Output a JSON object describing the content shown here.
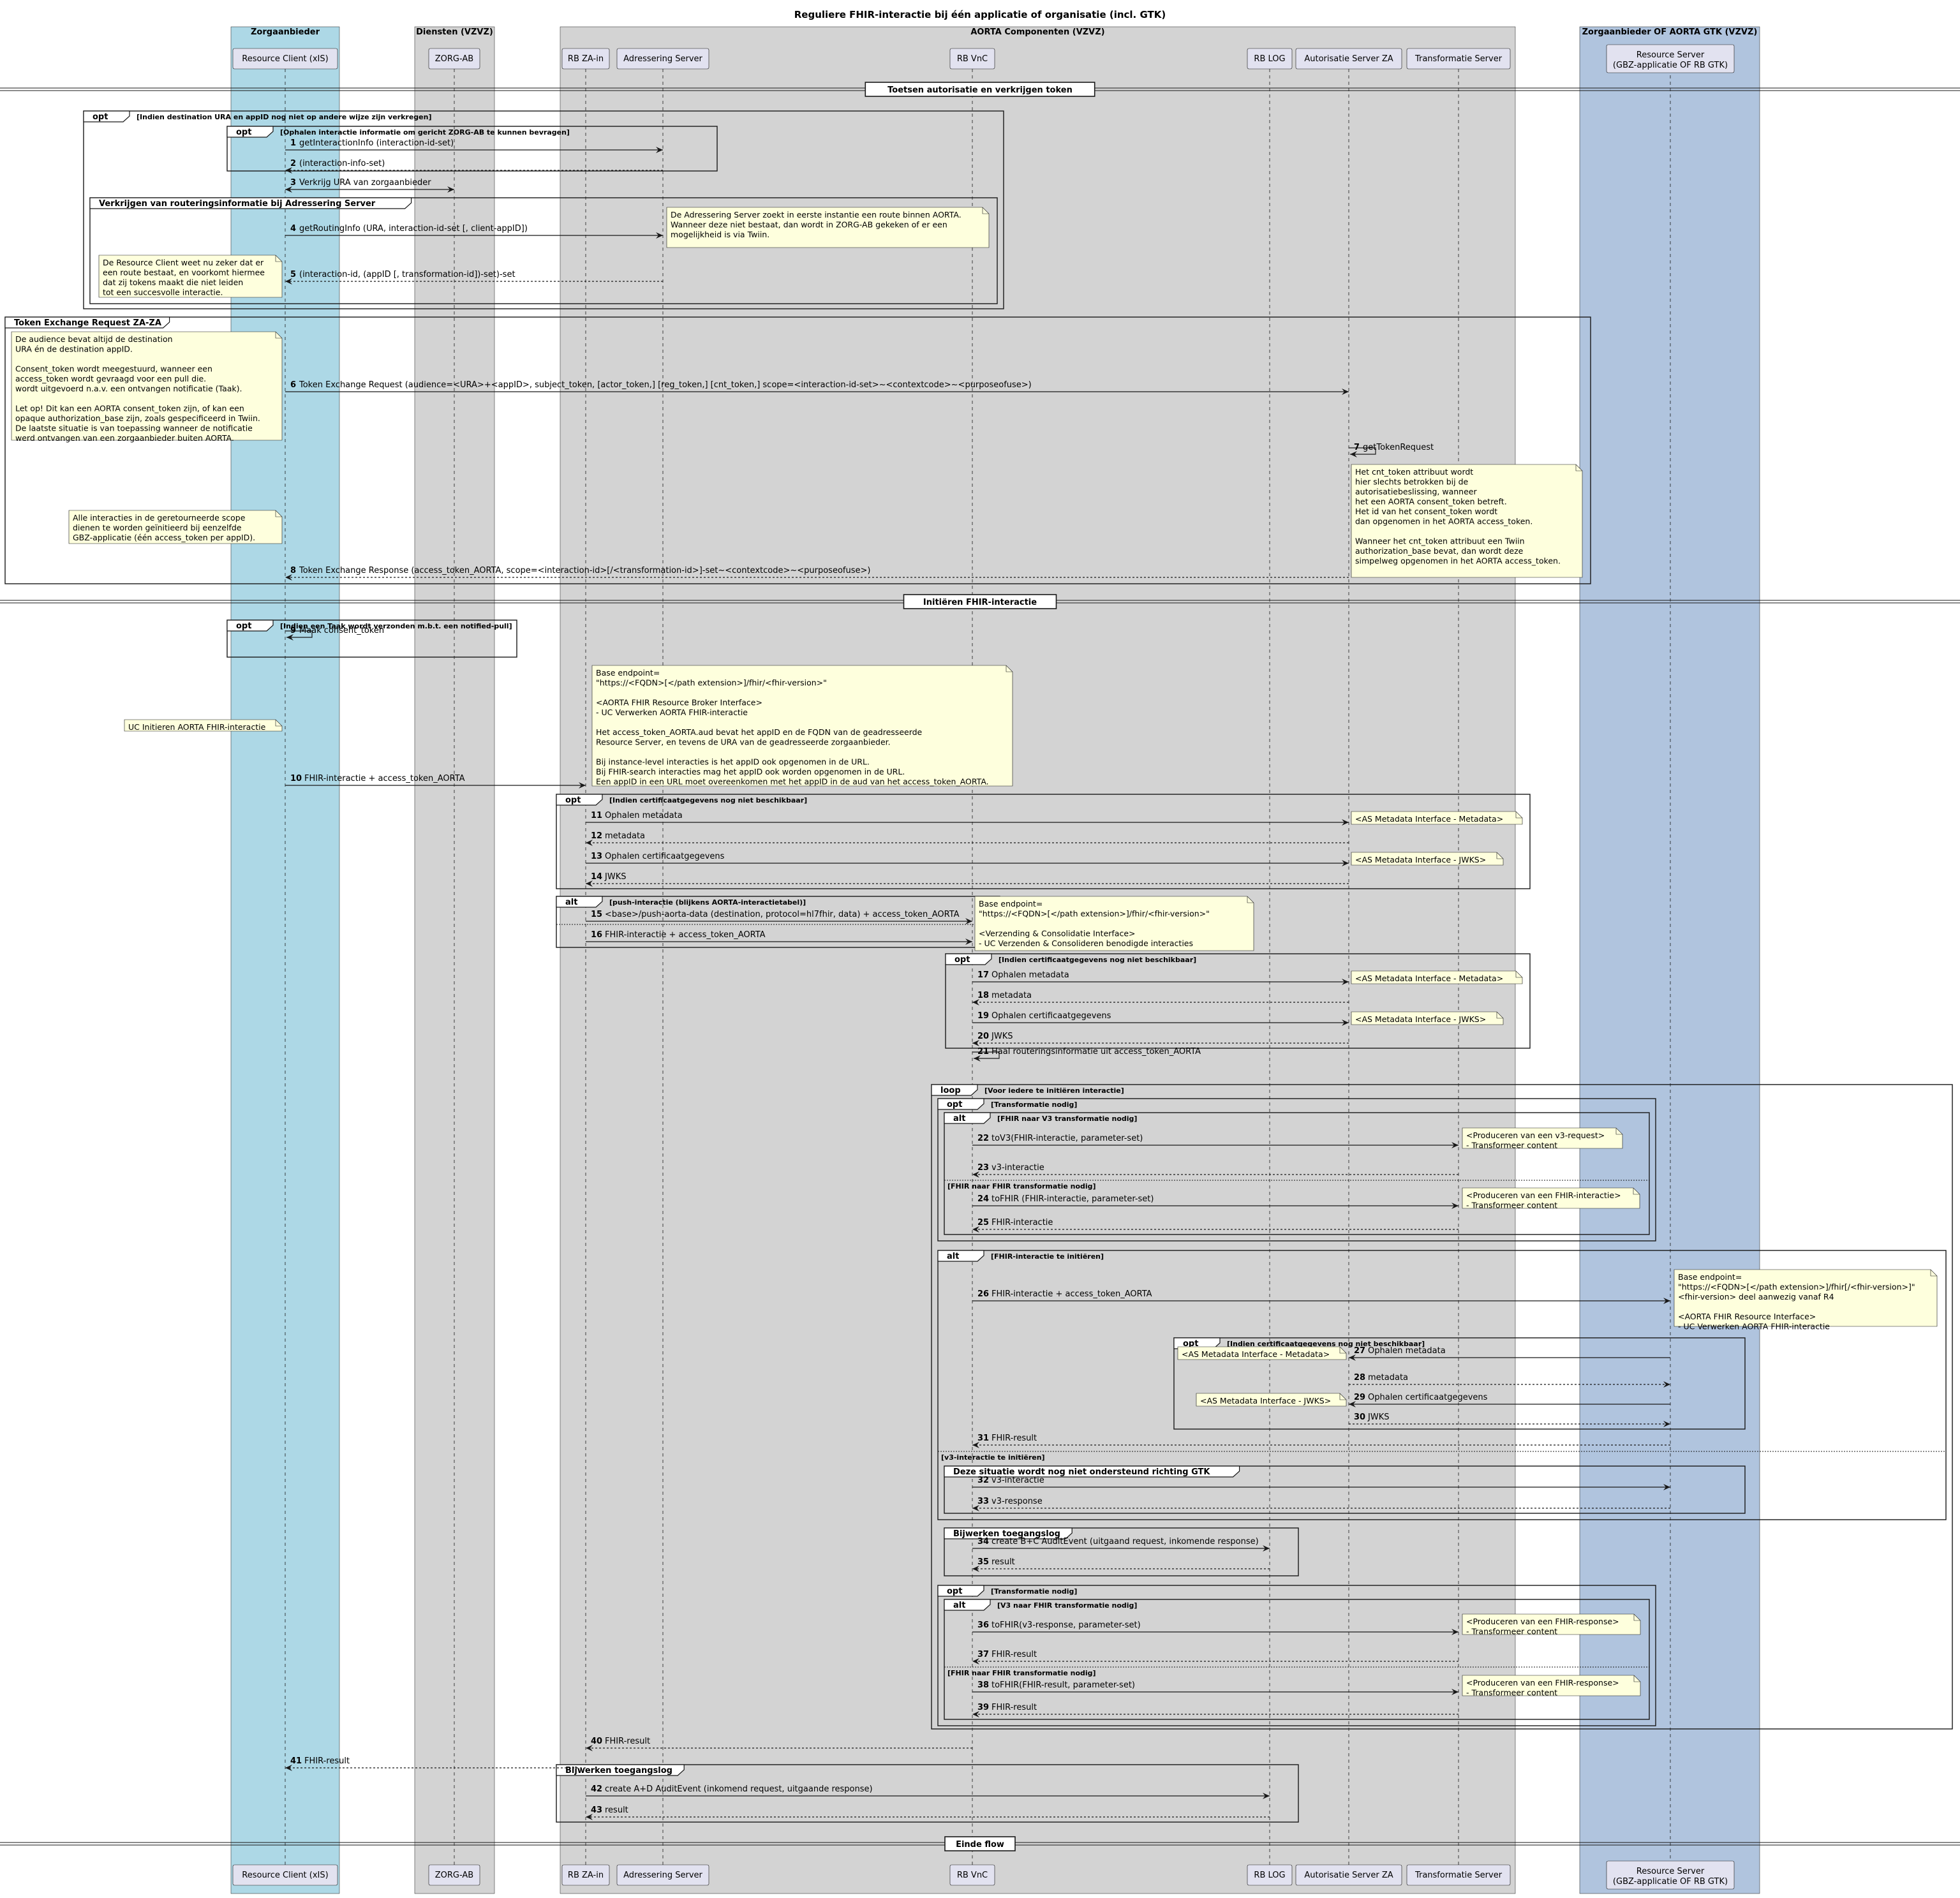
{
  "title": "Reguliere FHIR-interactie bij één applicatie of organisatie (incl. GTK)",
  "colors": {
    "box_blue": "#ADD8E6",
    "box_grey": "#D3D3D3",
    "box_steel": "#B0C4DE",
    "participant": "#E2E2F0",
    "note": "#FEFFDD"
  },
  "boxes": [
    {
      "id": "b1",
      "title": "Zorgaanbieder",
      "color": "#ADD8E6"
    },
    {
      "id": "b2",
      "title": "Diensten (VZVZ)",
      "color": "#D3D3D3"
    },
    {
      "id": "b3",
      "title": "AORTA Componenten (VZVZ)",
      "color": "#D3D3D3"
    },
    {
      "id": "b4",
      "title": "Zorgaanbieder OF AORTA GTK (VZVZ)",
      "color": "#B0C4DE"
    }
  ],
  "participants": [
    {
      "id": "rc",
      "lines": [
        "Resource Client (xIS)"
      ]
    },
    {
      "id": "zab",
      "lines": [
        "ZORG-AB"
      ]
    },
    {
      "id": "rbza",
      "lines": [
        "RB ZA-in"
      ]
    },
    {
      "id": "adr",
      "lines": [
        "Adressering Server"
      ]
    },
    {
      "id": "vnc",
      "lines": [
        "RB VnC"
      ]
    },
    {
      "id": "log",
      "lines": [
        "RB LOG"
      ]
    },
    {
      "id": "as",
      "lines": [
        "Autorisatie Server ZA"
      ]
    },
    {
      "id": "ts",
      "lines": [
        "Transformatie Server"
      ]
    },
    {
      "id": "rs",
      "lines": [
        "Resource Server",
        "(GBZ-applicatie OF RB GTK)"
      ]
    }
  ],
  "dividers": [
    {
      "id": "d1",
      "label": "Toetsen autorisatie en verkrijgen token"
    },
    {
      "id": "d2",
      "label": "Initiëren FHIR-interactie"
    },
    {
      "id": "d3",
      "label": "Einde flow"
    }
  ],
  "groups": [
    {
      "id": "g1",
      "kind": "opt",
      "cond": "[Indien destination URA en appID nog niet op andere wijze zijn verkregen]"
    },
    {
      "id": "g2",
      "kind": "opt",
      "cond": "[Ophalen interactie informatie om gericht ZORG-AB te kunnen bevragen]"
    },
    {
      "id": "g3",
      "kind": "Verkrijgen van routeringsinformatie bij Adressering Server",
      "cond": ""
    },
    {
      "id": "g4",
      "kind": "Token Exchange Request ZA-ZA",
      "cond": ""
    },
    {
      "id": "g5",
      "kind": "opt",
      "cond": "[Indien een Taak wordt verzonden m.b.t. een notified-pull]"
    },
    {
      "id": "g6",
      "kind": "opt",
      "cond": "[Indien certificaatgegevens nog niet beschikbaar]"
    },
    {
      "id": "g7",
      "kind": "alt",
      "cond": "[push-interactie (blijkens AORTA-interactietabel)]"
    },
    {
      "id": "g8",
      "kind": "opt",
      "cond": "[Indien certificaatgegevens nog niet beschikbaar]"
    },
    {
      "id": "g9",
      "kind": "loop",
      "cond": "[Voor iedere te initiëren interactie]"
    },
    {
      "id": "g10",
      "kind": "opt",
      "cond": "[Transformatie nodig]"
    },
    {
      "id": "g11",
      "kind": "alt",
      "cond": "[FHIR naar V3 transformatie nodig]",
      "else": "[FHIR naar FHIR transformatie nodig]"
    },
    {
      "id": "g12",
      "kind": "alt",
      "cond": "[FHIR-interactie te initiëren]",
      "else": "[v3-interactie te initiëren]"
    },
    {
      "id": "g13",
      "kind": "opt",
      "cond": "[Indien certificaatgegevens nog niet beschikbaar]"
    },
    {
      "id": "g14",
      "kind": "Deze situatie wordt nog niet ondersteund richting GTK",
      "cond": ""
    },
    {
      "id": "g15",
      "kind": "Bijwerken toegangslog",
      "cond": ""
    },
    {
      "id": "g16",
      "kind": "opt",
      "cond": "[Transformatie nodig]"
    },
    {
      "id": "g17",
      "kind": "alt",
      "cond": "[V3 naar FHIR transformatie nodig]",
      "else": "[FHIR naar FHIR transformatie nodig]"
    },
    {
      "id": "g18",
      "kind": "Bijwerken toegangslog",
      "cond": ""
    }
  ],
  "messages": [
    {
      "n": "1",
      "text": "getInteractionInfo (interaction-id-set)"
    },
    {
      "n": "2",
      "text": "(interaction-info-set)"
    },
    {
      "n": "3",
      "text": "Verkrijg URA van zorgaanbieder"
    },
    {
      "n": "4",
      "text": "getRoutingInfo (URA, interaction-id-set [, client-appID])"
    },
    {
      "n": "5",
      "text": "(interaction-id, (appID [, transformation-id])-set)-set"
    },
    {
      "n": "6",
      "text": "Token Exchange Request (audience=<URA>+<appID>, subject_token, [actor_token,] [reg_token,] [cnt_token,] scope=<interaction-id-set>~<contextcode>~<purposeofuse>)"
    },
    {
      "n": "7",
      "text": "getTokenRequest"
    },
    {
      "n": "8",
      "text": "Token Exchange Response (access_token_AORTA, scope=<interaction-id>[/<transformation-id>]-set~<contextcode>~<purposeofuse>)"
    },
    {
      "n": "9",
      "text": "Maak consent_token"
    },
    {
      "n": "10",
      "text": "FHIR-interactie + access_token_AORTA"
    },
    {
      "n": "11",
      "text": "Ophalen metadata"
    },
    {
      "n": "12",
      "text": "metadata"
    },
    {
      "n": "13",
      "text": "Ophalen certificaatgegevens"
    },
    {
      "n": "14",
      "text": "JWKS"
    },
    {
      "n": "15",
      "text": "<base>/push-aorta-data (destination, protocol=hl7fhir, data) + access_token_AORTA"
    },
    {
      "n": "16",
      "text": "FHIR-interactie + access_token_AORTA"
    },
    {
      "n": "17",
      "text": "Ophalen metadata"
    },
    {
      "n": "18",
      "text": "metadata"
    },
    {
      "n": "19",
      "text": "Ophalen certificaatgegevens"
    },
    {
      "n": "20",
      "text": "JWKS"
    },
    {
      "n": "21",
      "text": "Haal routeringsinformatie uit access_token_AORTA"
    },
    {
      "n": "22",
      "text": "toV3(FHIR-interactie, parameter-set)"
    },
    {
      "n": "23",
      "text": "v3-interactie"
    },
    {
      "n": "24",
      "text": "toFHIR (FHIR-interactie, parameter-set)"
    },
    {
      "n": "25",
      "text": "FHIR-interactie"
    },
    {
      "n": "26",
      "text": "FHIR-interactie + access_token_AORTA"
    },
    {
      "n": "27",
      "text": "Ophalen metadata"
    },
    {
      "n": "28",
      "text": "metadata"
    },
    {
      "n": "29",
      "text": "Ophalen certificaatgegevens"
    },
    {
      "n": "30",
      "text": "JWKS"
    },
    {
      "n": "31",
      "text": "FHIR-result"
    },
    {
      "n": "32",
      "text": "v3-interactie"
    },
    {
      "n": "33",
      "text": "v3-response"
    },
    {
      "n": "34",
      "text": "create B+C AuditEvent (uitgaand request, inkomende response)"
    },
    {
      "n": "35",
      "text": "result"
    },
    {
      "n": "36",
      "text": "toFHIR(v3-response, parameter-set)"
    },
    {
      "n": "37",
      "text": "FHIR-result"
    },
    {
      "n": "38",
      "text": "toFHIR(FHIR-result, parameter-set)"
    },
    {
      "n": "39",
      "text": "FHIR-result"
    },
    {
      "n": "40",
      "text": "FHIR-result"
    },
    {
      "n": "41",
      "text": "FHIR-result"
    },
    {
      "n": "42",
      "text": "create A+D AuditEvent (inkomend request, uitgaande response)"
    },
    {
      "n": "43",
      "text": "result"
    }
  ],
  "notes": [
    {
      "id": "n1",
      "lines": [
        "De Adressering Server zoekt in eerste instantie een route binnen AORTA.",
        "Wanneer deze niet bestaat, dan wordt in ZORG-AB gekeken of er een",
        "mogelijkheid is via Twiin."
      ]
    },
    {
      "id": "n2",
      "lines": [
        "De Resource Client weet nu zeker dat er",
        "een route bestaat, en voorkomt hiermee",
        "dat zij tokens maakt die niet leiden",
        "tot een succesvolle interactie."
      ]
    },
    {
      "id": "n3",
      "lines": [
        "De audience bevat altijd de destination",
        "URA én de destination appID.",
        "",
        "Consent_token wordt meegestuurd, wanneer een",
        "access_token wordt gevraagd voor een pull die.",
        "wordt uitgevoerd n.a.v. een ontvangen notificatie (Taak).",
        "",
        "Let op! Dit kan een AORTA consent_token zijn, of kan een",
        "opaque authorization_base zijn, zoals gespecificeerd in Twiin.",
        "De laatste situatie is van toepassing wanneer de notificatie",
        "werd ontvangen van een zorgaanbieder buiten AORTA."
      ]
    },
    {
      "id": "n4",
      "lines": [
        "Het cnt_token attribuut wordt",
        "hier slechts betrokken bij de",
        "autorisatiebeslissing, wanneer",
        "het een AORTA consent_token betreft.",
        "Het id van het consent_token wordt",
        "dan opgenomen in het AORTA access_token.",
        "",
        "Wanneer het cnt_token attribuut een Twiin",
        "authorization_base bevat, dan wordt deze",
        "simpelweg opgenomen in het AORTA access_token."
      ]
    },
    {
      "id": "n5",
      "lines": [
        "Alle interacties in de geretourneerde scope",
        "dienen te worden geïnitieerd bij eenzelfde",
        "GBZ-applicatie (één access_token per appID)."
      ]
    },
    {
      "id": "n6",
      "lines": [
        "UC Initieren AORTA FHIR-interactie"
      ]
    },
    {
      "id": "n7",
      "lines": [
        "Base endpoint=",
        "\"https://<FQDN>[</path extension>]/fhir/<fhir-version>\"",
        "",
        "<AORTA FHIR Resource Broker Interface>",
        "- UC Verwerken AORTA FHIR-interactie",
        "",
        "Het access_token_AORTA.aud bevat het appID en de FQDN van de geadresseerde",
        "Resource Server, en tevens de URA van de geadresseerde zorgaanbieder.",
        "",
        "Bij instance-level interacties is het appID ook opgenomen in de URL.",
        "Bij FHIR-search interacties mag het appID ook worden opgenomen in de URL.",
        "Een appID in een URL moet overeenkomen met het appID in de aud van het access_token_AORTA."
      ]
    },
    {
      "id": "n8",
      "lines": [
        "<AS Metadata Interface - Metadata>"
      ]
    },
    {
      "id": "n9",
      "lines": [
        "<AS Metadata Interface - JWKS>"
      ]
    },
    {
      "id": "n10",
      "lines": [
        "Base endpoint=",
        "\"https://<FQDN>[</path extension>]/fhir/<fhir-version>\"",
        "",
        "<Verzending & Consolidatie Interface>",
        "- UC Verzenden & Consolideren benodigde interacties"
      ]
    },
    {
      "id": "n11",
      "lines": [
        "<AS Metadata Interface - Metadata>"
      ]
    },
    {
      "id": "n12",
      "lines": [
        "<AS Metadata Interface - JWKS>"
      ]
    },
    {
      "id": "n13",
      "lines": [
        "<Produceren van een v3-request>",
        "- Transformeer content"
      ]
    },
    {
      "id": "n14",
      "lines": [
        "<Produceren van een FHIR-interactie>",
        "- Transformeer content"
      ]
    },
    {
      "id": "n15",
      "lines": [
        "Base endpoint=",
        "\"https://<FQDN>[</path extension>]/fhir[/<fhir-version>]\"",
        "<fhir-version> deel aanwezig vanaf R4",
        "",
        "<AORTA FHIR Resource Interface>",
        "- UC Verwerken AORTA FHIR-interactie"
      ]
    },
    {
      "id": "n16",
      "lines": [
        "<AS Metadata Interface - Metadata>"
      ]
    },
    {
      "id": "n17",
      "lines": [
        "<AS Metadata Interface - JWKS>"
      ]
    },
    {
      "id": "n18",
      "lines": [
        "<Produceren van een FHIR-response>",
        "- Transformeer content"
      ]
    },
    {
      "id": "n19",
      "lines": [
        "<Produceren van een FHIR-response>",
        "- Transformeer content"
      ]
    }
  ]
}
